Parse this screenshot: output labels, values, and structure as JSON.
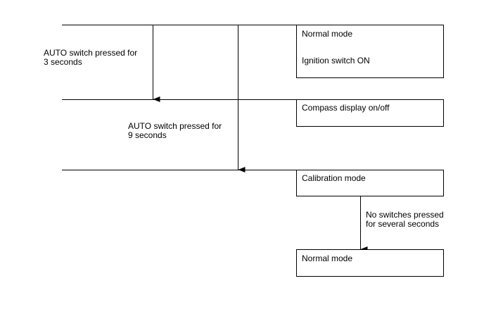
{
  "colors": {
    "line": "#000000",
    "background": "#ffffff"
  },
  "states": {
    "normal_top": {
      "title": "Normal mode",
      "subtitle": "Ignition switch ON"
    },
    "compass": {
      "title": "Compass display on/off"
    },
    "calibration": {
      "title": "Calibration mode"
    },
    "normal_bottom": {
      "title": "Normal mode"
    }
  },
  "transitions": {
    "auto_3s": {
      "line1": "AUTO switch pressed for",
      "line2": "3 seconds"
    },
    "auto_9s": {
      "line1": "AUTO switch pressed for",
      "line2": "9 seconds"
    },
    "no_switch": {
      "line1": "No switches pressed",
      "line2": "for several seconds"
    }
  }
}
